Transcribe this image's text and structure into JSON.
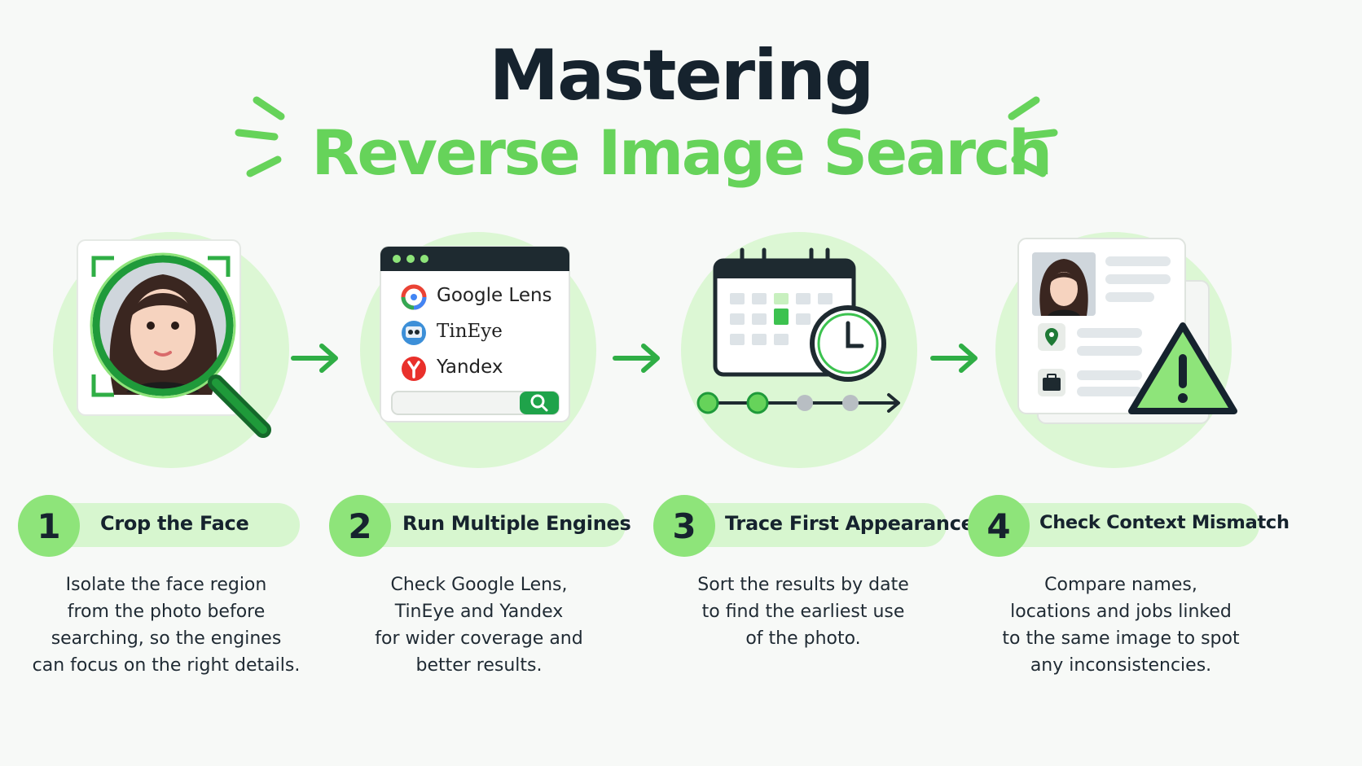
{
  "title": {
    "line1": "Mastering",
    "line2": "Reverse Image Search"
  },
  "colors": {
    "accent": "#66d35a",
    "accent_dark": "#1f9a3a",
    "circle_bg": "#dcf7d4",
    "pill_bg": "#d7f6cf",
    "number_circle": "#8ee47a",
    "text_dark": "#16232e"
  },
  "steps": [
    {
      "number": "1",
      "title": "Crop the Face",
      "description": "Isolate the face region\nfrom the photo before\nsearching, so the engines\ncan focus on the right details.",
      "icon": "magnifier-face-icon"
    },
    {
      "number": "2",
      "title": "Run Multiple Engines",
      "description": "Check Google Lens,\nTinEye and Yandex\nfor wider coverage and\nbetter results.",
      "icon": "browser-engines-icon",
      "engines": [
        "Google Lens",
        "TinEye",
        "Yandex"
      ]
    },
    {
      "number": "3",
      "title": "Trace First Appearance",
      "description": "Sort the results by date\nto find the earliest use\nof the photo.",
      "icon": "calendar-clock-icon"
    },
    {
      "number": "4",
      "title": "Check Context Mismatch",
      "description": "Compare names,\nlocations and jobs linked\nto the same image to spot\nany inconsistencies.",
      "icon": "profile-warning-icon"
    }
  ]
}
